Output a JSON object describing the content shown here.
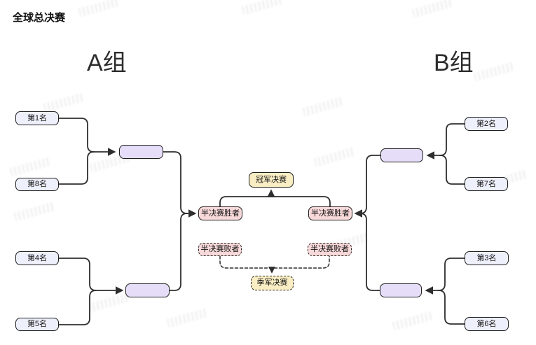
{
  "title": "全球总决赛",
  "group_a": {
    "heading": "A组",
    "seeds": {
      "s1": "第1名",
      "s8": "第8名",
      "s4": "第4名",
      "s5": "第5名"
    }
  },
  "group_b": {
    "heading": "B组",
    "seeds": {
      "s2": "第2名",
      "s7": "第7名",
      "s3": "第3名",
      "s6": "第6名"
    }
  },
  "center": {
    "final": "冠军决赛",
    "semi_winner_left": "半决赛胜者",
    "semi_winner_right": "半决赛胜者",
    "semi_loser_left": "半决赛败者",
    "semi_loser_right": "半决赛败者",
    "third_place": "季军决赛"
  },
  "colors": {
    "line": "#2e2e2e",
    "box_border": "#1f1f1f",
    "rank_fill": "#eef0fb",
    "winner_fill": "#e6def8",
    "semifinal_fill": "#f8d9da",
    "final_fill": "#f9edc4",
    "background": "#ffffff"
  }
}
